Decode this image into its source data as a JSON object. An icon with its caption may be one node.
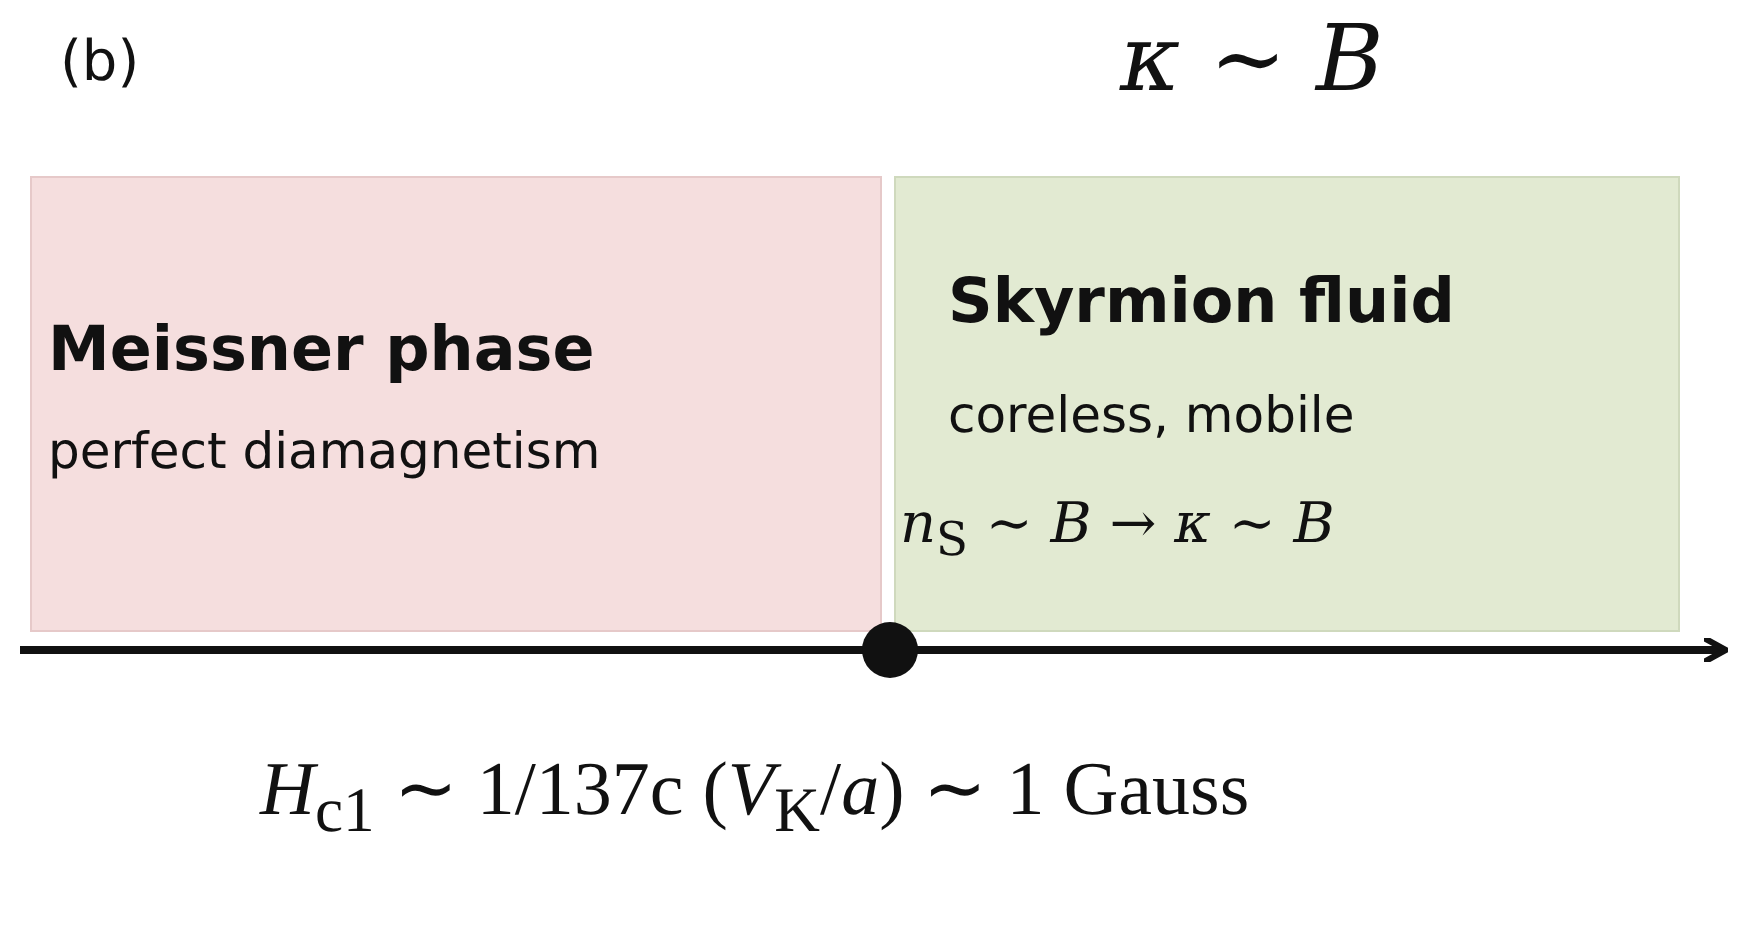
{
  "diagram": {
    "nodes": [
      {
        "text": [
          "Meissner phase",
          "perfect diamagnetism"
        ]
      },
      {
        "text": [
          "Skyrmion fluid",
          "coreless, mobile",
          "*n*$_{S}$ ∼ *B* → *κ* ∼ *B*"
        ]
      }
    ],
    "edges": [],
    "labels": [
      "(b)",
      "*κ* ∼ *B*",
      "*H*$_{c1}$ ∼ 1/137c (*V*$_{K}$/*a*) ∼ 1 Gauss"
    ]
  }
}
